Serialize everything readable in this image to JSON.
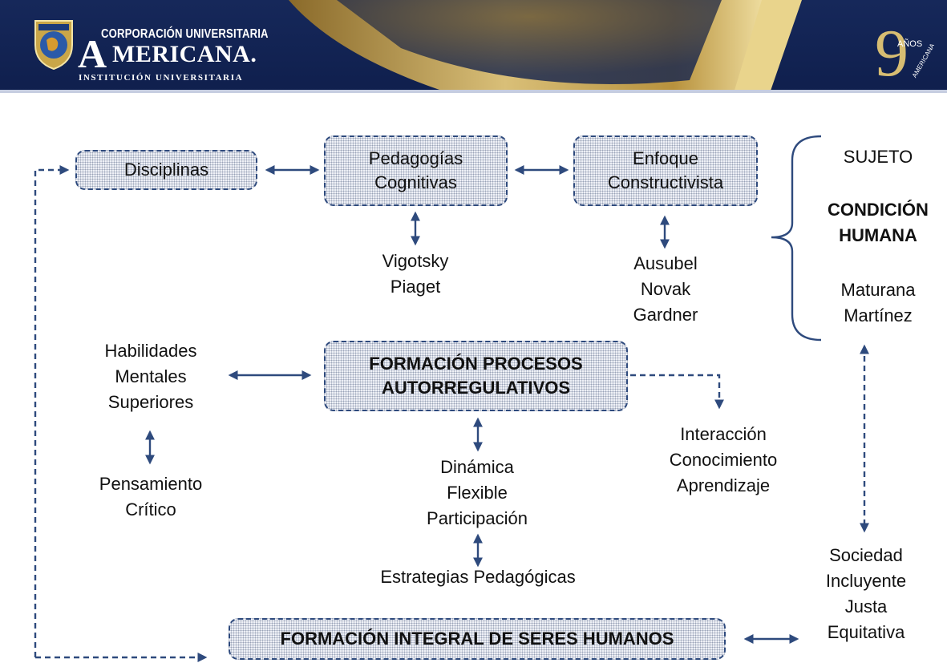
{
  "header": {
    "logo_line1": "CORPORACIÓN UNIVERSITARIA",
    "logo_initial": "A",
    "logo_name_rest": "MERICANA.",
    "logo_line3": "INSTITUCIÓN UNIVERSITARIA",
    "badge_number": "9",
    "badge_top": "AÑOS",
    "badge_side": "AMERICANA",
    "colors": {
      "navy": "#0f1f4d",
      "gold": "#c9a648"
    }
  },
  "diagram": {
    "disciplinas": "Disciplinas",
    "pedagogias": "Pedagogías\nCognitivas",
    "enfoque": "Enfoque\nConstructivista",
    "vigotsky": "Vigotsky\nPiaget",
    "ausubel": "Ausubel\nNovak\nGardner",
    "sujeto": "SUJETO",
    "condicion": "CONDICIÓN\nHUMANA",
    "maturana": "Maturana\nMartínez",
    "habilidades": "Habilidades\nMentales\nSuperiores",
    "pensamiento": "Pensamiento\nCrítico",
    "procesos": "FORMACIÓN PROCESOS\nAUTORREGULATIVOS",
    "interaccion": "Interacción\nConocimiento\nAprendizaje",
    "dinamica": "Dinámica\nFlexible\nParticipación",
    "estrategias": "Estrategias Pedagógicas",
    "sociedad": "Sociedad\nIncluyente\nJusta\nEquitativa",
    "integral": "FORMACIÓN INTEGRAL DE SERES HUMANOS"
  }
}
